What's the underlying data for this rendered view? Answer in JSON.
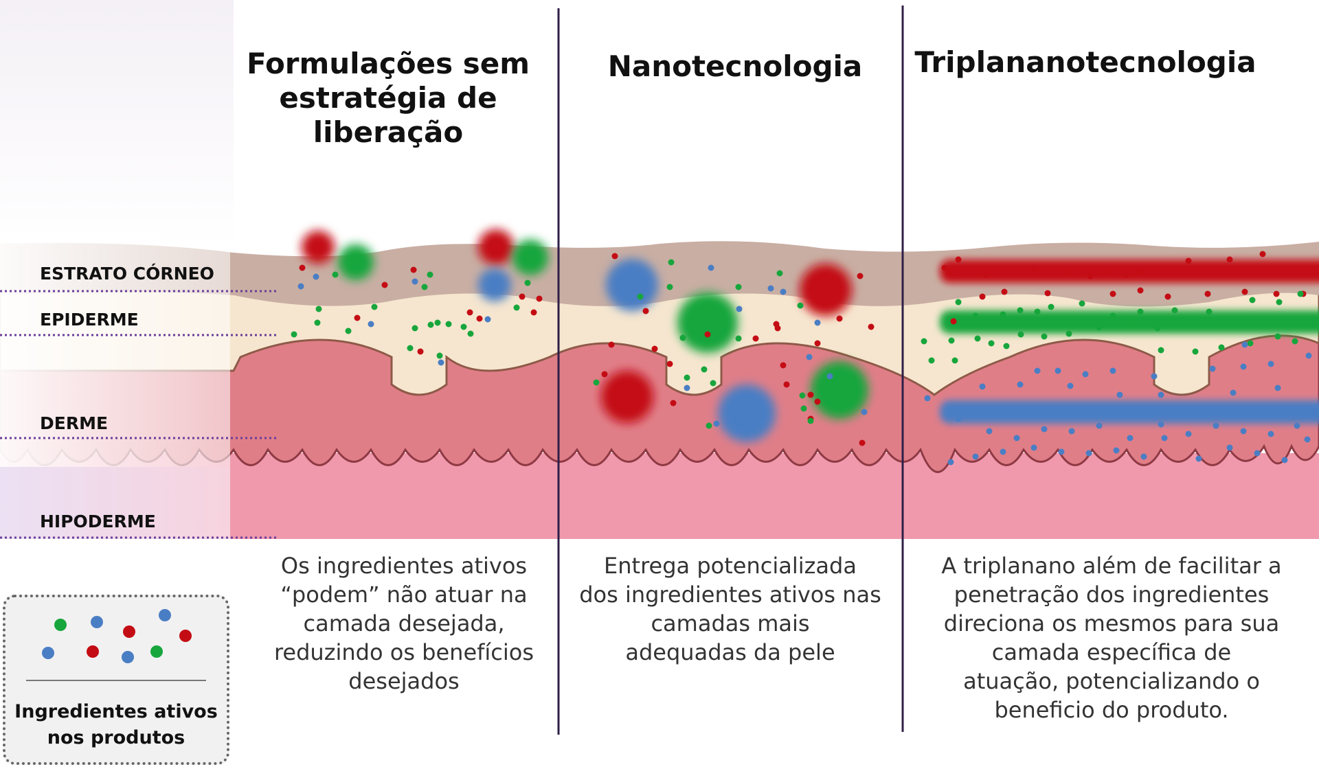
{
  "columns": [
    {
      "title_lines": [
        "Formulações sem",
        "estratégia de",
        "liberação"
      ],
      "description_lines": [
        "Os ingredientes ativos",
        "“podem” não atuar na",
        "camada desejada,",
        "reduzindo os benefícios",
        "desejados"
      ]
    },
    {
      "title_lines": [
        "Nanotecnologia"
      ],
      "description_lines": [
        "Entrega potencializada",
        "dos ingredientes ativos nas",
        "camadas mais",
        "adequadas da pele"
      ]
    },
    {
      "title_lines": [
        "Triplananotecnologia"
      ],
      "description_lines": [
        "A triplanano além de facilitar a",
        "penetração dos ingredientes",
        "direciona os mesmos para sua",
        "camada específica de",
        "atuação, potencializando o",
        "beneficio do produto."
      ]
    }
  ],
  "layers": [
    {
      "label": "ESTRATO CÓRNEO"
    },
    {
      "label": "EPIDERME"
    },
    {
      "label": "DERME"
    },
    {
      "label": "HIPODERME"
    }
  ],
  "legend": {
    "caption_lines": [
      "Ingredientes ativos",
      "nos produtos"
    ]
  },
  "colors": {
    "ingredient_red": "#c40c14",
    "ingredient_green": "#17a63c",
    "ingredient_blue": "#4a7ec4",
    "divider": "#2e1f47",
    "layer_guide": "#6a3d9a",
    "stratum_corneum": "#c9aea3",
    "epidermis": "#f6e6cf",
    "dermis": "#e07e88",
    "hypodermis": "#f099ad"
  }
}
